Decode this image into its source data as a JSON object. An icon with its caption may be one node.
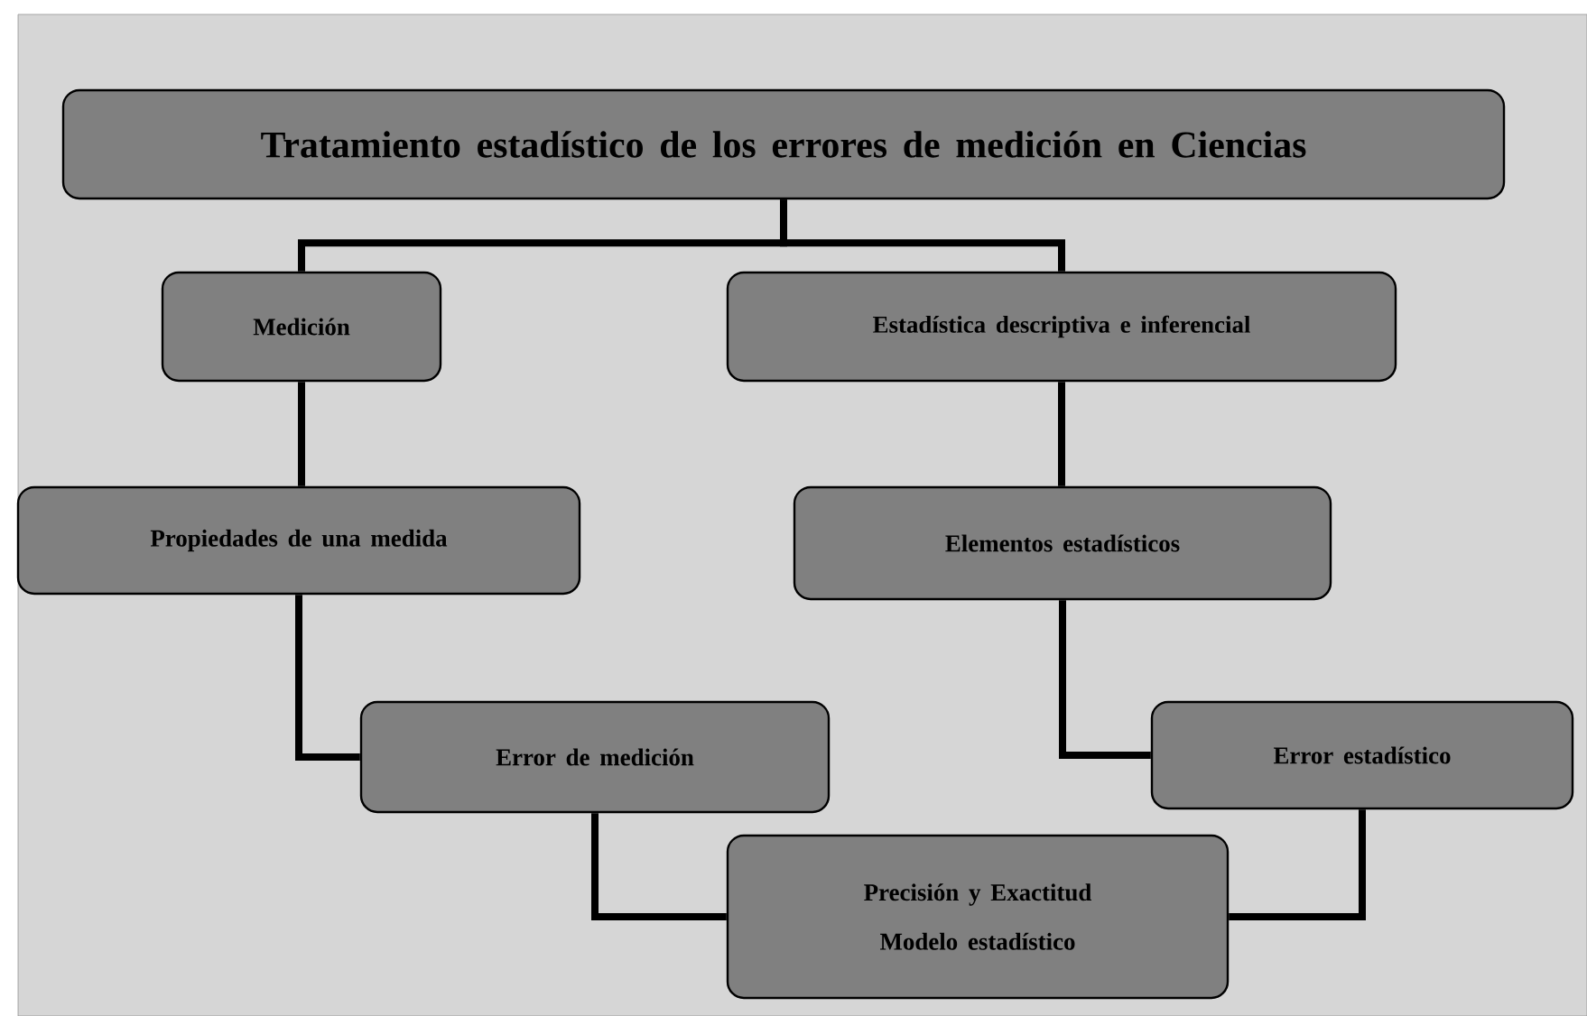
{
  "diagram": {
    "nodes": [
      {
        "text": [
          "Tratamiento estadístico de los errores de medición en Ciencias"
        ]
      },
      {
        "text": [
          "Medición"
        ]
      },
      {
        "text": [
          "Estadística descriptiva e inferencial"
        ]
      },
      {
        "text": [
          "Propiedades de una medida"
        ]
      },
      {
        "text": [
          "Elementos estadísticos"
        ]
      },
      {
        "text": [
          "Error de medición"
        ]
      },
      {
        "text": [
          "Error estadístico"
        ]
      },
      {
        "text": [
          "Precisión y Exactitud",
          "Modelo estadístico"
        ]
      }
    ],
    "edges": [
      {
        "from": 0,
        "to": 1,
        "arrow": "none"
      },
      {
        "from": 0,
        "to": 2,
        "arrow": "none"
      },
      {
        "from": 1,
        "to": 3,
        "arrow": "none"
      },
      {
        "from": 2,
        "to": 4,
        "arrow": "none"
      },
      {
        "from": 3,
        "to": 5,
        "arrow": "none"
      },
      {
        "from": 4,
        "to": 6,
        "arrow": "none"
      },
      {
        "from": 5,
        "to": 7,
        "arrow": "none"
      },
      {
        "from": 6,
        "to": 7,
        "arrow": "none"
      }
    ]
  }
}
